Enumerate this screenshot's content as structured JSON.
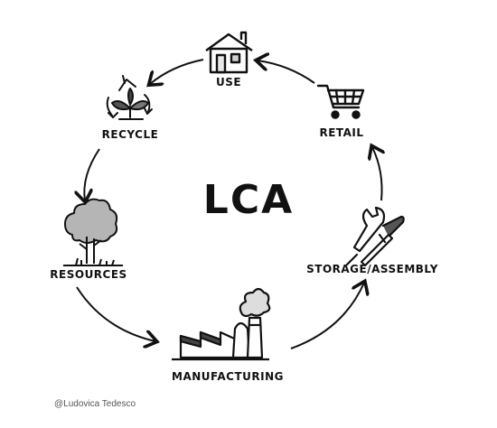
{
  "diagram": {
    "title": "LCA",
    "stages": [
      {
        "id": "use",
        "label": "USE",
        "icon": "house-icon"
      },
      {
        "id": "retail",
        "label": "RETAIL",
        "icon": "shopping-cart-icon"
      },
      {
        "id": "storage",
        "label": "STORAGE/ASSEMBLY",
        "icon": "tools-icon"
      },
      {
        "id": "manufacturing",
        "label": "MANUFACTURING",
        "icon": "factory-icon"
      },
      {
        "id": "resources",
        "label": "RESOURCES",
        "icon": "tree-icon"
      },
      {
        "id": "recycle",
        "label": "RECYCLE",
        "icon": "recycle-icon"
      }
    ],
    "credit": "@Ludovica Tedesco"
  }
}
